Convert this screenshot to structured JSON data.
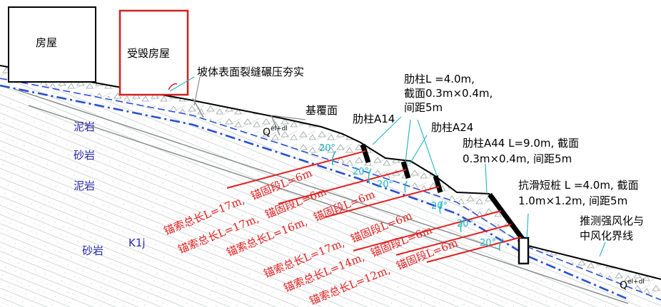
{
  "houses": {
    "house": "房屋",
    "damaged_house": "受毁房屋"
  },
  "callouts": {
    "crack_compaction": "坡体表面裂缝碾压夯实",
    "bedrock_surface": "基覆面",
    "rib_a14": "肋柱A14",
    "rib_a24": "肋柱A24",
    "rib_spec_1": "肋柱L =4.0m,",
    "rib_spec_2": "截面0.3m×0.4m,",
    "rib_spec_3": "间距5m",
    "rib_a44_1": "肋柱A44  L=9.0m, 截面",
    "rib_a44_2": "0.3m×0.4m, 间距5m",
    "pile_1": "抗滑短桩 L =4.0m, 截面",
    "pile_2": "1.0m×1.2m, 间距5m",
    "weathering_1": "推测强风化与",
    "weathering_2": "中风化界线"
  },
  "strata": {
    "mudstone_1": "泥岩",
    "sandstone_1": "砂岩",
    "mudstone_2": "泥岩",
    "sandstone_2": "砂岩",
    "formation": "K1j"
  },
  "deposits": {
    "q_upper": "Q",
    "q_upper_sup": "el+dl",
    "q_lower": "Q",
    "q_lower_sup": "el+dl"
  },
  "anchors": [
    {
      "total_length": "锚索总长L=17m,",
      "anchor_section": "锚固段L=6m"
    },
    {
      "total_length": "锚索总长L=17m,",
      "anchor_section": "锚固段L=6m"
    },
    {
      "total_length": "锚索总长L=16m,",
      "anchor_section": "锚固段L=6m"
    },
    {
      "total_length": "锚索总长L=17m,",
      "anchor_section": "锚固段L=6m"
    },
    {
      "total_length": "锚索总长L=14m,",
      "anchor_section": "锚固段L=6m"
    },
    {
      "total_length": "锚索总长L=12m,",
      "anchor_section": "锚固段L=6m"
    }
  ],
  "angles": [
    "20°",
    "20°",
    "20°",
    "20°",
    "20°",
    "20°"
  ],
  "colors": {
    "anchor_red": "#e02020",
    "damaged_house_red": "#d02020",
    "boundary_blue": "#2a50d0",
    "angle_cyan": "#1fb3c8",
    "rib_black": "#000000"
  }
}
